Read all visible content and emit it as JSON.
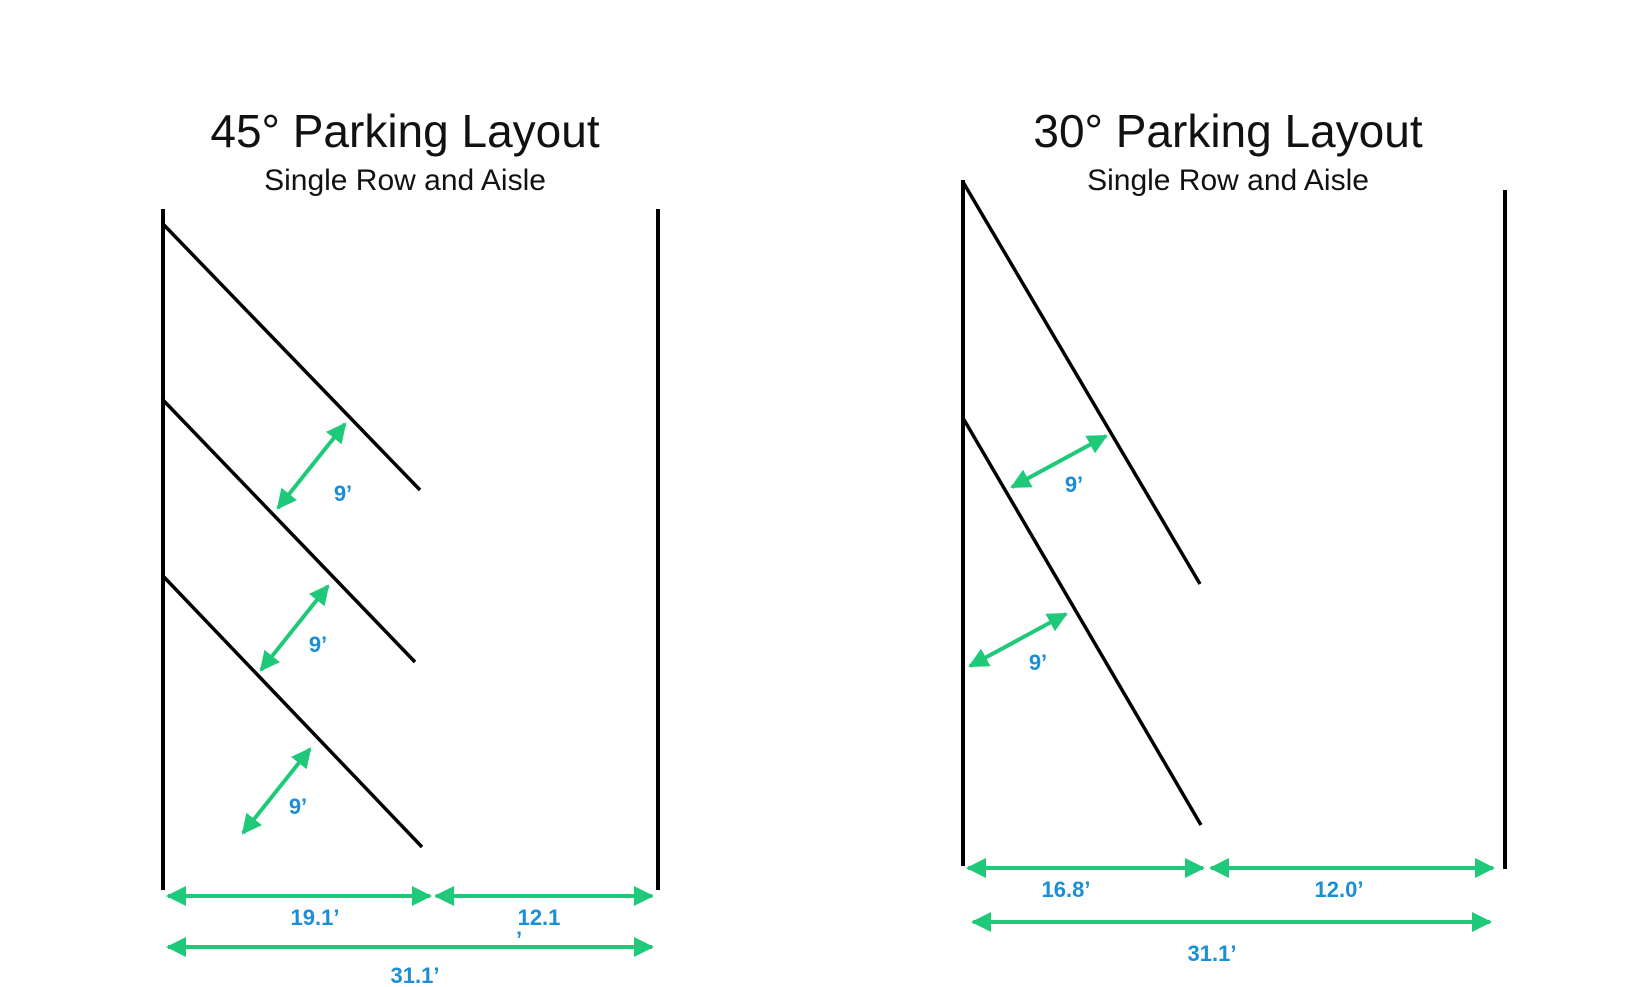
{
  "colors": {
    "lines": "#000000",
    "arrows": "#1fc97a",
    "dimension_text": "#1a8fd6",
    "background": "#ffffff"
  },
  "layout_45": {
    "title": "45° Parking Layout",
    "subtitle": "Single Row and Aisle",
    "stall_width_1": "9’",
    "stall_width_2": "9’",
    "stall_width_3": "9’",
    "stall_depth": "19.1’",
    "aisle_width_part1": "12.1",
    "aisle_width_part2": "’",
    "total_width": "31.1’"
  },
  "layout_30": {
    "title": "30° Parking Layout",
    "subtitle": "Single Row and Aisle",
    "stall_width_1": "9’",
    "stall_width_2": "9’",
    "stall_depth": "16.8’",
    "aisle_width": "12.0’",
    "total_width": "31.1’"
  }
}
